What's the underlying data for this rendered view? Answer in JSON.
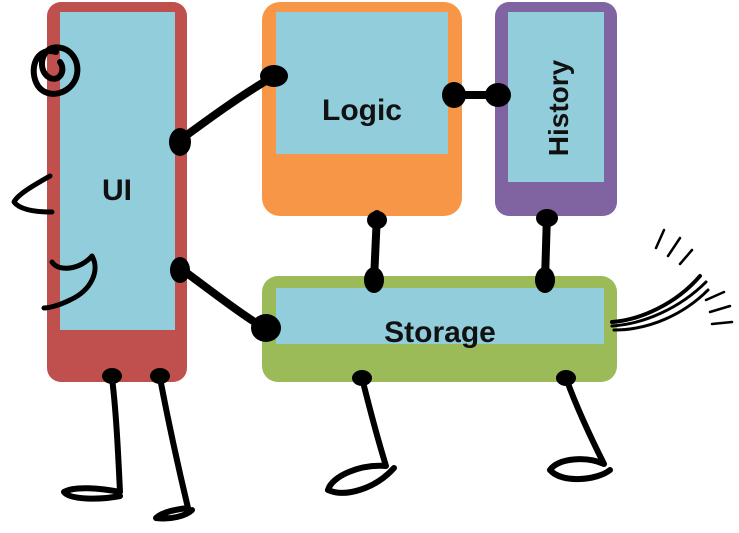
{
  "modules": {
    "ui": {
      "label": "UI",
      "frame_color": "#c0504d",
      "panel_color": "#92cddc"
    },
    "logic": {
      "label": "Logic",
      "frame_color": "#f79646",
      "panel_color": "#92cddc"
    },
    "history": {
      "label": "History",
      "frame_color": "#8064a2",
      "panel_color": "#92cddc"
    },
    "storage": {
      "label": "Storage",
      "frame_color": "#9bbb59",
      "panel_color": "#92cddc"
    }
  }
}
